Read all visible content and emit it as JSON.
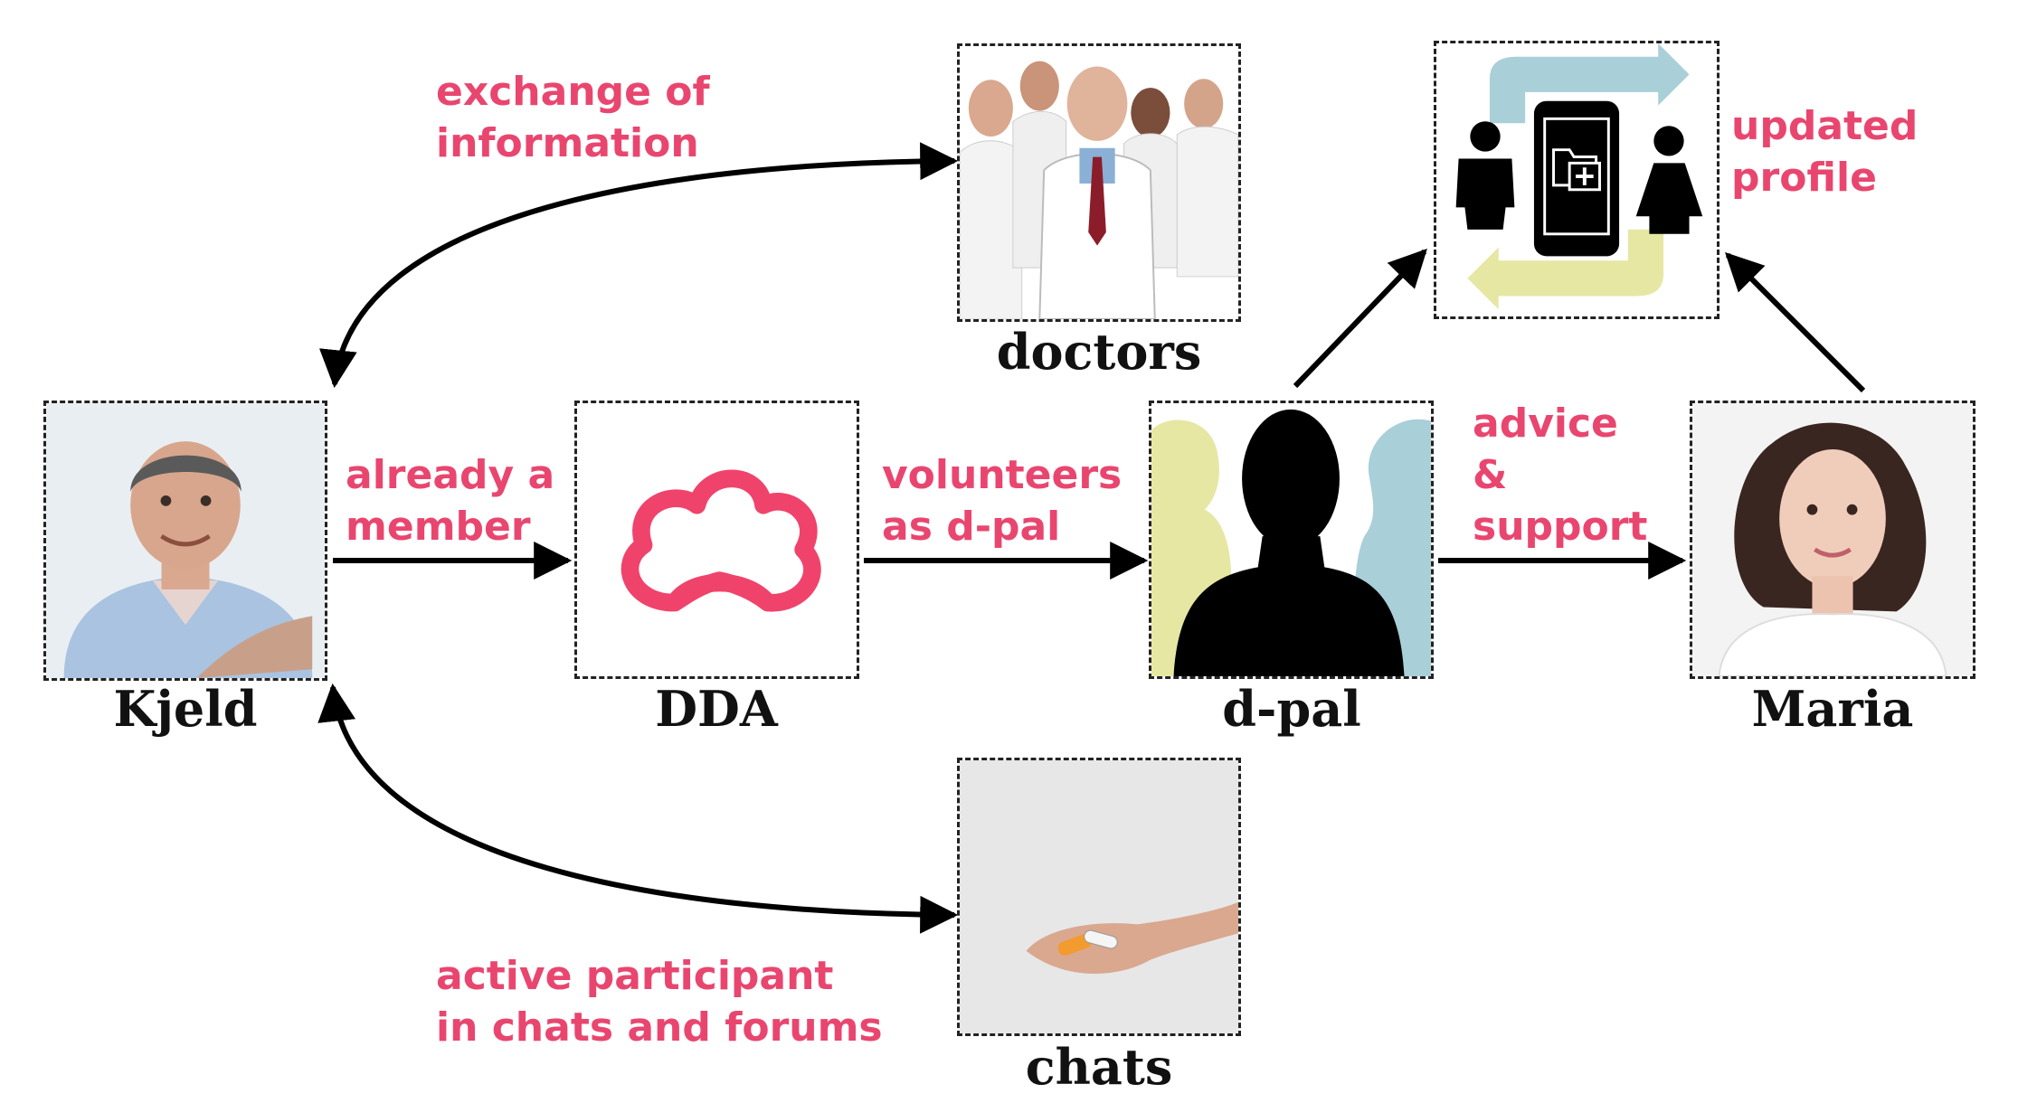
{
  "nodes": {
    "kjeld": {
      "label": "Kjeld"
    },
    "dda": {
      "label": "DDA"
    },
    "dpal": {
      "label": "d-pal"
    },
    "maria": {
      "label": "Maria"
    },
    "doctors": {
      "label": "doctors"
    },
    "chats": {
      "label": "chats"
    }
  },
  "edges": {
    "exchange": {
      "line1": "exchange of",
      "line2": "information"
    },
    "member": {
      "line1": "already a",
      "line2": "member"
    },
    "volunteers": {
      "line1": "volunteers",
      "line2": "as d-pal"
    },
    "advice": {
      "line1": "advice",
      "line2": "&",
      "line3": "support"
    },
    "updated": {
      "line1": "updated",
      "line2": "profile"
    },
    "active": {
      "line1": "active participant",
      "line2": "in chats and forums"
    }
  },
  "colors": {
    "accent": "#e9466f",
    "dda_logo": "#f0436c",
    "arrow": "#000000",
    "silhouette_yellow": "#e6e7a3",
    "silhouette_blue": "#a9cfd8"
  },
  "icons": [
    "person-photo-kjeld",
    "dda-logo-icon",
    "silhouettes-icon",
    "person-photo-maria",
    "doctors-group-icon",
    "hand-pills-icon",
    "profile-exchange-icon"
  ]
}
